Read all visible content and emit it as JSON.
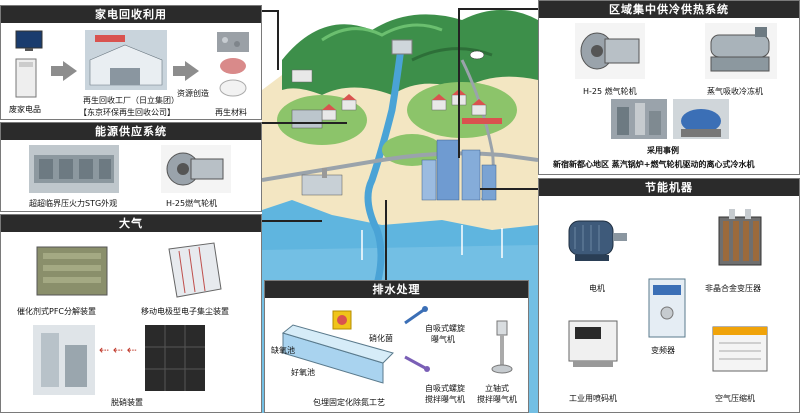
{
  "panels": {
    "recycle": {
      "title": "家电回收利用",
      "item_waste": "废家电品",
      "item_factory_line1": "再生回收工厂（日立集团）",
      "item_factory_line2": "【东京环保再生回收公司】",
      "item_create": "资源创造",
      "item_material": "再生材料"
    },
    "energy": {
      "title": "能源供应系统",
      "item_stg": "超超临界压火力STG外观",
      "item_turbine": "H-25燃气轮机"
    },
    "air": {
      "title": "大气",
      "item_pfc": "催化剂式PFC分解装置",
      "item_esp": "移动电极型电子集尘装置",
      "item_denox": "脱硝装置"
    },
    "water": {
      "title": "排水处理",
      "item_anaerobic": "缺氧池",
      "item_aerobic": "好氧池",
      "item_nitrifier": "硝化菌",
      "item_process": "包埋固定化除氮工艺",
      "item_aerator1_line1": "自吸式螺旋",
      "item_aerator1_line2": "曝气机",
      "item_aerator2_line1": "自吸式螺旋",
      "item_aerator2_line2": "搅拌曝气机",
      "item_vertical_line1": "立轴式",
      "item_vertical_line2": "搅拌曝气机"
    },
    "district": {
      "title": "区域集中供冷供热系统",
      "item_turbine": "H-25 燃气轮机",
      "item_chiller": "蒸气吸收冷冻机",
      "item_case_title": "采用事例",
      "item_case_desc": "新宿新都心地区 蒸汽锅炉+燃气轮机驱动的离心式冷水机"
    },
    "saving": {
      "title": "节能机器",
      "item_motor": "电机",
      "item_transformer": "非晶合金变压器",
      "item_inverter": "变频器",
      "item_printer": "工业用喷码机",
      "item_compressor": "空气压缩机"
    }
  },
  "colors": {
    "header_bg": "#2b2b2b",
    "header_text": "#ffffff",
    "border": "#7a7a7a",
    "arrow": "#8d8d8d",
    "land": "#f3e6c2",
    "grass": "#8cc46a",
    "mountain": "#3d8f4a",
    "river": "#4aa3d6",
    "sea": "#5fb5df",
    "road": "#9aa3ab"
  },
  "icons": [
    "tv-icon",
    "washer-icon",
    "factory-icon",
    "material-icon",
    "turbine-icon",
    "chiller-icon",
    "motor-icon",
    "transformer-icon",
    "inverter-icon",
    "printer-icon",
    "compressor-icon",
    "aerator-icon"
  ]
}
